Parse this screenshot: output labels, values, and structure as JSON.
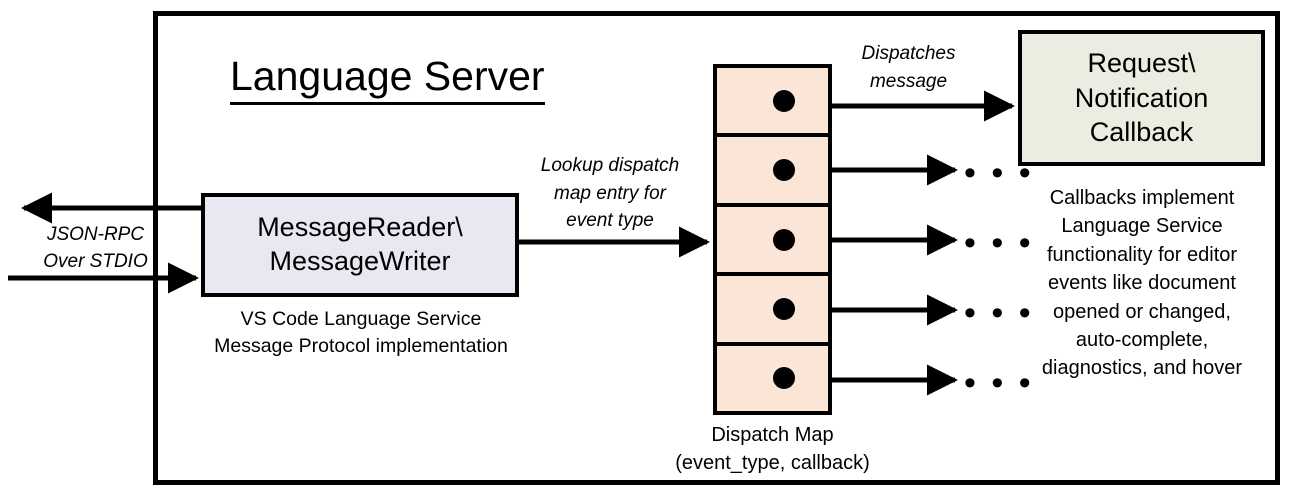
{
  "diagram": {
    "title": "Language Server",
    "container_label": "Language Server"
  },
  "left_channel": {
    "label_line1": "JSON-RPC",
    "label_line2": "Over STDIO",
    "outbound_arrow": "arrow-left-out",
    "inbound_arrow": "arrow-right-in"
  },
  "message_io": {
    "title_line1": "MessageReader\\",
    "title_line2": "MessageWriter",
    "caption_line1": "VS Code Language Service",
    "caption_line2": "Message Protocol implementation",
    "fill_color": "#e9e7f1",
    "border_color": "#000000"
  },
  "lookup": {
    "line1": "Lookup dispatch",
    "line2": "map entry for",
    "line3": "event type"
  },
  "dispatch_map": {
    "caption_line1": "Dispatch Map",
    "caption_line2": "(event_type, callback)",
    "fill_color": "#fbe5d6",
    "border_color": "#000000",
    "rows": [
      {
        "name": "dispatch-row-1",
        "dot": "callback-dot"
      },
      {
        "name": "dispatch-row-2",
        "dot": "callback-dot"
      },
      {
        "name": "dispatch-row-3",
        "dot": "callback-dot"
      },
      {
        "name": "dispatch-row-4",
        "dot": "callback-dot"
      },
      {
        "name": "dispatch-row-5",
        "dot": "callback-dot"
      }
    ]
  },
  "dispatch_message": {
    "line1": "Dispatches",
    "line2": "message"
  },
  "callback": {
    "title_line1": "Request\\",
    "title_line2": "Notification",
    "title_line3": "Callback",
    "fill_color": "#e9eee0",
    "border_color": "#000000",
    "caption_line1": "Callbacks implement",
    "caption_line2": "Language Service",
    "caption_line3": "functionality for editor",
    "caption_line4": "events like document",
    "caption_line5": "opened or changed,",
    "caption_line6": "auto-complete,",
    "caption_line7": "diagnostics, and hover"
  },
  "ellipses": {
    "glyph": "• • •",
    "count": 4
  }
}
